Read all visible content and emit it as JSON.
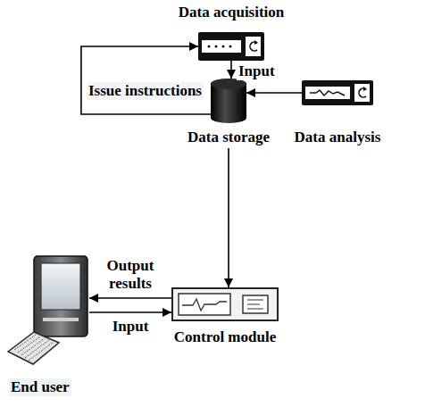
{
  "diagram": {
    "nodes": [
      {
        "text": [
          "Data acquisition"
        ]
      },
      {
        "text": [
          "Data storage"
        ]
      },
      {
        "text": [
          "Data analysis"
        ]
      },
      {
        "text": [
          "Control module"
        ]
      },
      {
        "text": [
          "End user"
        ]
      }
    ],
    "edges": [
      {
        "from": 0,
        "to": 1,
        "label": "Input",
        "arrow": "to"
      },
      {
        "from": 1,
        "to": 0,
        "label": "Issue instructions",
        "arrow": "to"
      },
      {
        "from": 2,
        "to": 1,
        "arrow": "to"
      },
      {
        "from": 1,
        "to": 3,
        "arrow": "to"
      },
      {
        "from": 3,
        "to": 4,
        "label": "Output results",
        "arrow": "to"
      },
      {
        "from": 4,
        "to": 3,
        "label": "Input",
        "arrow": "to"
      }
    ]
  }
}
